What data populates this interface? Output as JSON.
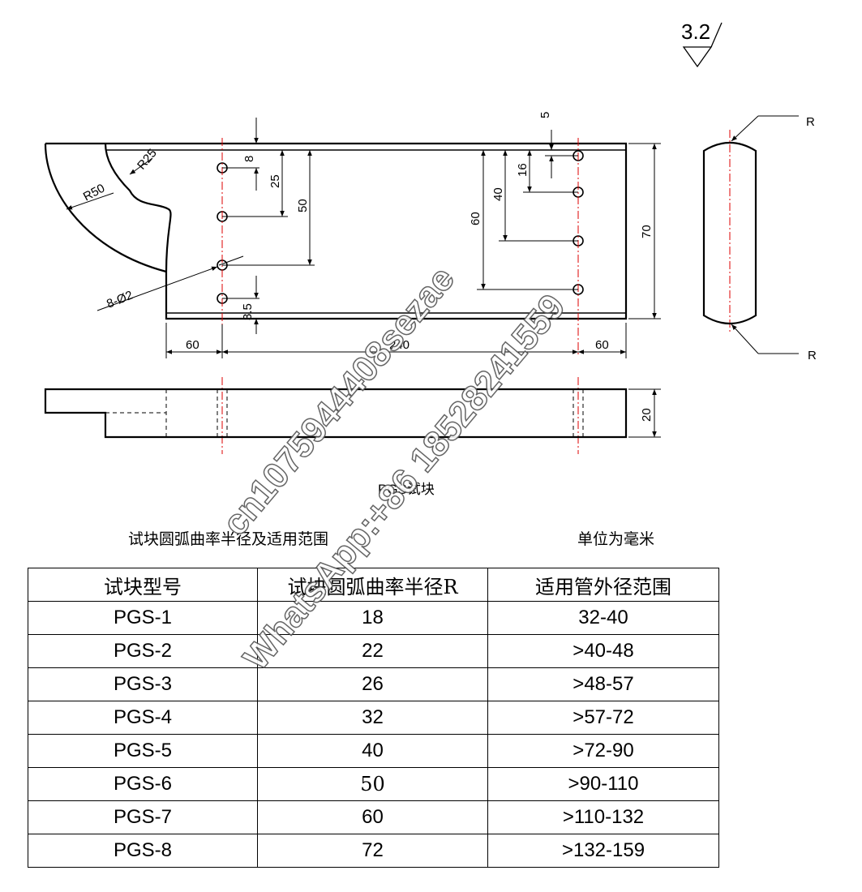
{
  "surface_finish": "3.2",
  "dims": {
    "r50": "R50",
    "r25": "R25",
    "holes": "8-Ø2",
    "d5top": "5",
    "d8": "8",
    "d25": "25",
    "d50": "50",
    "d16": "16",
    "d40": "40",
    "d60v": "60",
    "d70": "70",
    "d3_5": "3.5",
    "d60h": "60",
    "d240": "240",
    "d60r": "60",
    "d20": "20",
    "r_top": "R",
    "r_bottom": "R"
  },
  "drawing_label": "PGS试块",
  "table_title": "试块圆弧曲率半径及适用范围",
  "unit_note": "单位为毫米",
  "table": {
    "headers": [
      "试块型号",
      "试块圆弧曲率半径R",
      "适用管外径范围"
    ],
    "rows": [
      [
        "PGS-1",
        "18",
        "32-40"
      ],
      [
        "PGS-2",
        "22",
        ">40-48"
      ],
      [
        "PGS-3",
        "26",
        ">48-57"
      ],
      [
        "PGS-4",
        "32",
        ">57-72"
      ],
      [
        "PGS-5",
        "40",
        ">72-90"
      ],
      [
        "PGS-6",
        "50",
        ">90-110"
      ],
      [
        "PGS-7",
        "60",
        ">110-132"
      ],
      [
        "PGS-8",
        "72",
        ">132-159"
      ]
    ]
  },
  "watermark": {
    "line1": "cn1075944408sezae",
    "line2": "WhatsApp:+86 18528241559"
  }
}
